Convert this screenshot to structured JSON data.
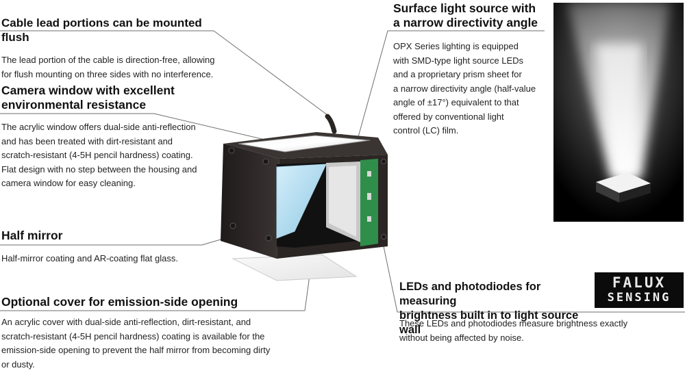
{
  "sections": {
    "cable": {
      "heading": "Cable lead portions can be mounted flush",
      "lines": [
        "The lead portion of the cable is direction-free, allowing",
        "for flush mounting on three sides with no interference."
      ]
    },
    "camera_window": {
      "heading_lines": [
        "Camera window with excellent",
        "environmental resistance"
      ],
      "lines": [
        "The acrylic window offers dual-side anti-reflection",
        "and has been treated with dirt-resistant and",
        "scratch-resistant (4-5H pencil hardness) coating.",
        "Flat design with no step between the housing and",
        "camera window for easy cleaning."
      ]
    },
    "half_mirror": {
      "heading": "Half mirror",
      "lines": [
        "Half-mirror coating and AR-coating flat glass."
      ]
    },
    "optional_cover": {
      "heading": "Optional cover for emission-side opening",
      "lines": [
        "An acrylic cover with dual-side anti-reflection, dirt-resistant, and",
        "scratch-resistant (4-5H pencil hardness) coating is available for the",
        "emission-side opening to prevent the half mirror from becoming dirty",
        "or dusty."
      ]
    },
    "surface_light": {
      "heading_lines": [
        "Surface light source with",
        "a narrow directivity angle"
      ],
      "lines": [
        "OPX Series lighting is equipped",
        "with SMD-type light source LEDs",
        "and a proprietary prism sheet for",
        "a narrow directivity angle (half-value",
        "angle of ±17°) equivalent to that",
        "offered by conventional light",
        "control (LC) film."
      ]
    },
    "leds": {
      "heading_lines": [
        "LEDs and photodiodes for measuring",
        "brightness built in to light source wall"
      ],
      "lines": [
        "These LEDs and photodiodes measure brightness exactly",
        "without being affected by noise."
      ]
    }
  },
  "logo": {
    "line1": "FALUX",
    "line2": "SENSING"
  },
  "colors": {
    "housing": "#2b2624",
    "pcb": "#2f8f4a",
    "mirror": "#b9def0",
    "glow": "#ffffff"
  }
}
